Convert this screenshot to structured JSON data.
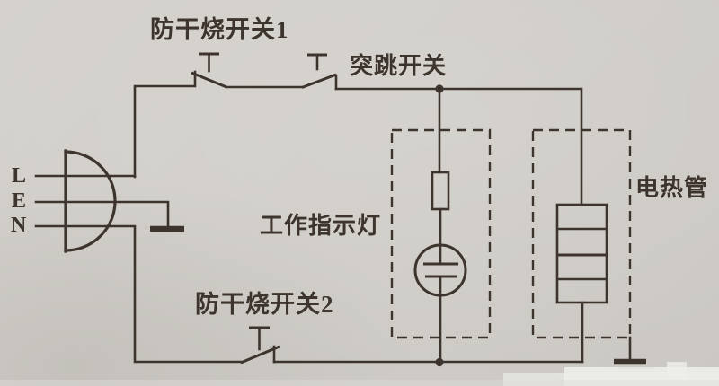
{
  "diagram": {
    "type": "electric-kettle-heating-circuit",
    "labels": {
      "switch1": "防干烧开关1",
      "trip_switch": "突跳开关",
      "indicator": "工作指示灯",
      "switch2": "防干烧开关2",
      "heater": "电热管",
      "terminal_l": "L",
      "terminal_e": "E",
      "terminal_n": "N"
    },
    "components": [
      "power-plug",
      "anti-dry-burn-switch-1",
      "thermal-trip-switch",
      "series-resistor",
      "neon-indicator-lamp",
      "heating-element",
      "anti-dry-burn-switch-2",
      "earth-connection-left",
      "earth-connection-right"
    ],
    "colors": {
      "paper": "#d1cec9",
      "line": "#3e342e",
      "patch": "#edeeea"
    }
  }
}
